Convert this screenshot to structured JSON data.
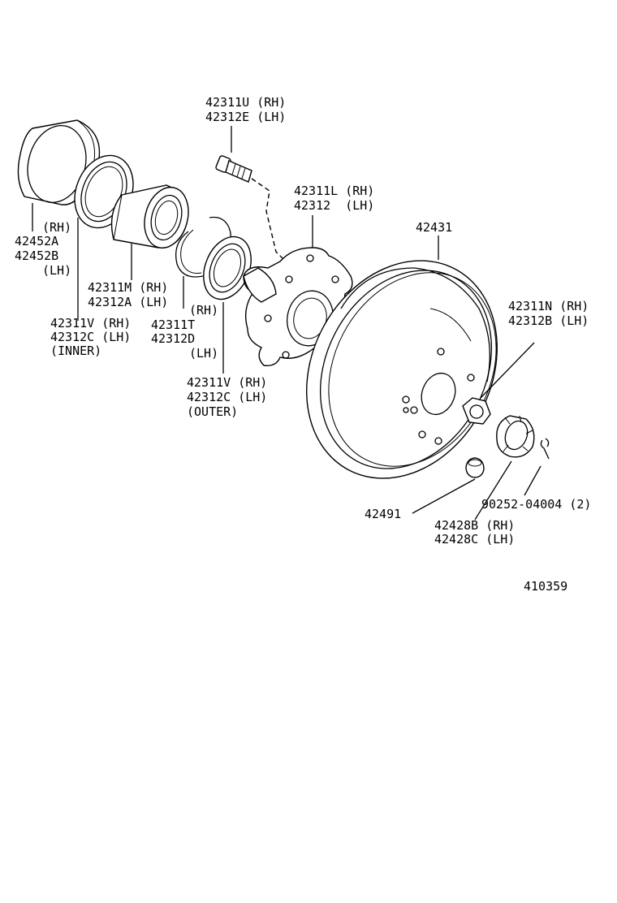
{
  "parts": {
    "stud_bolt": {
      "line1": "42311U (RH)",
      "line2": "42312E (LH)"
    },
    "axle_hub": {
      "line1": "42311L (RH)",
      "line2": "42312  (LH)"
    },
    "disc": {
      "label": "42431"
    },
    "dust_deflector": {
      "line1": "(RH)",
      "line2": "42452A",
      "line3": "42452B",
      "line4": "(LH)"
    },
    "bearing": {
      "line1": "42311M (RH)",
      "line2": "42312A (LH)"
    },
    "inner_oil_seal": {
      "line1": "42311V (RH)",
      "line2": "42312C (LH)",
      "line3": "(INNER)"
    },
    "snap_ring": {
      "line1": "(RH)",
      "line2": "42311T",
      "line3": "42312D",
      "line4": "(LH)"
    },
    "outer_oil_seal": {
      "line1": "42311V (RH)",
      "line2": "42312C (LH)",
      "line3": "(OUTER)"
    },
    "hub_nut": {
      "line1": "42311N (RH)",
      "line2": "42312B (LH)"
    },
    "cotter_pin": {
      "label": "90252-04004 (2)"
    },
    "plug": {
      "label": "42491"
    },
    "cap": {
      "line1": "42428B (RH)",
      "line2": "42428C (LH)"
    }
  },
  "figure_number": "410359"
}
